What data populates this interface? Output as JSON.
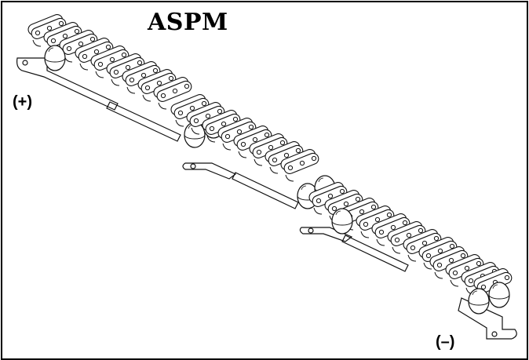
{
  "figure": {
    "title": "ASPM",
    "terminal_positive": "(+)",
    "terminal_negative": "(–)"
  },
  "colors": {
    "border": "#000000",
    "ink": "#111111",
    "background": "#ffffff"
  },
  "chain": {
    "modules": 4,
    "links_per_module": 9
  }
}
